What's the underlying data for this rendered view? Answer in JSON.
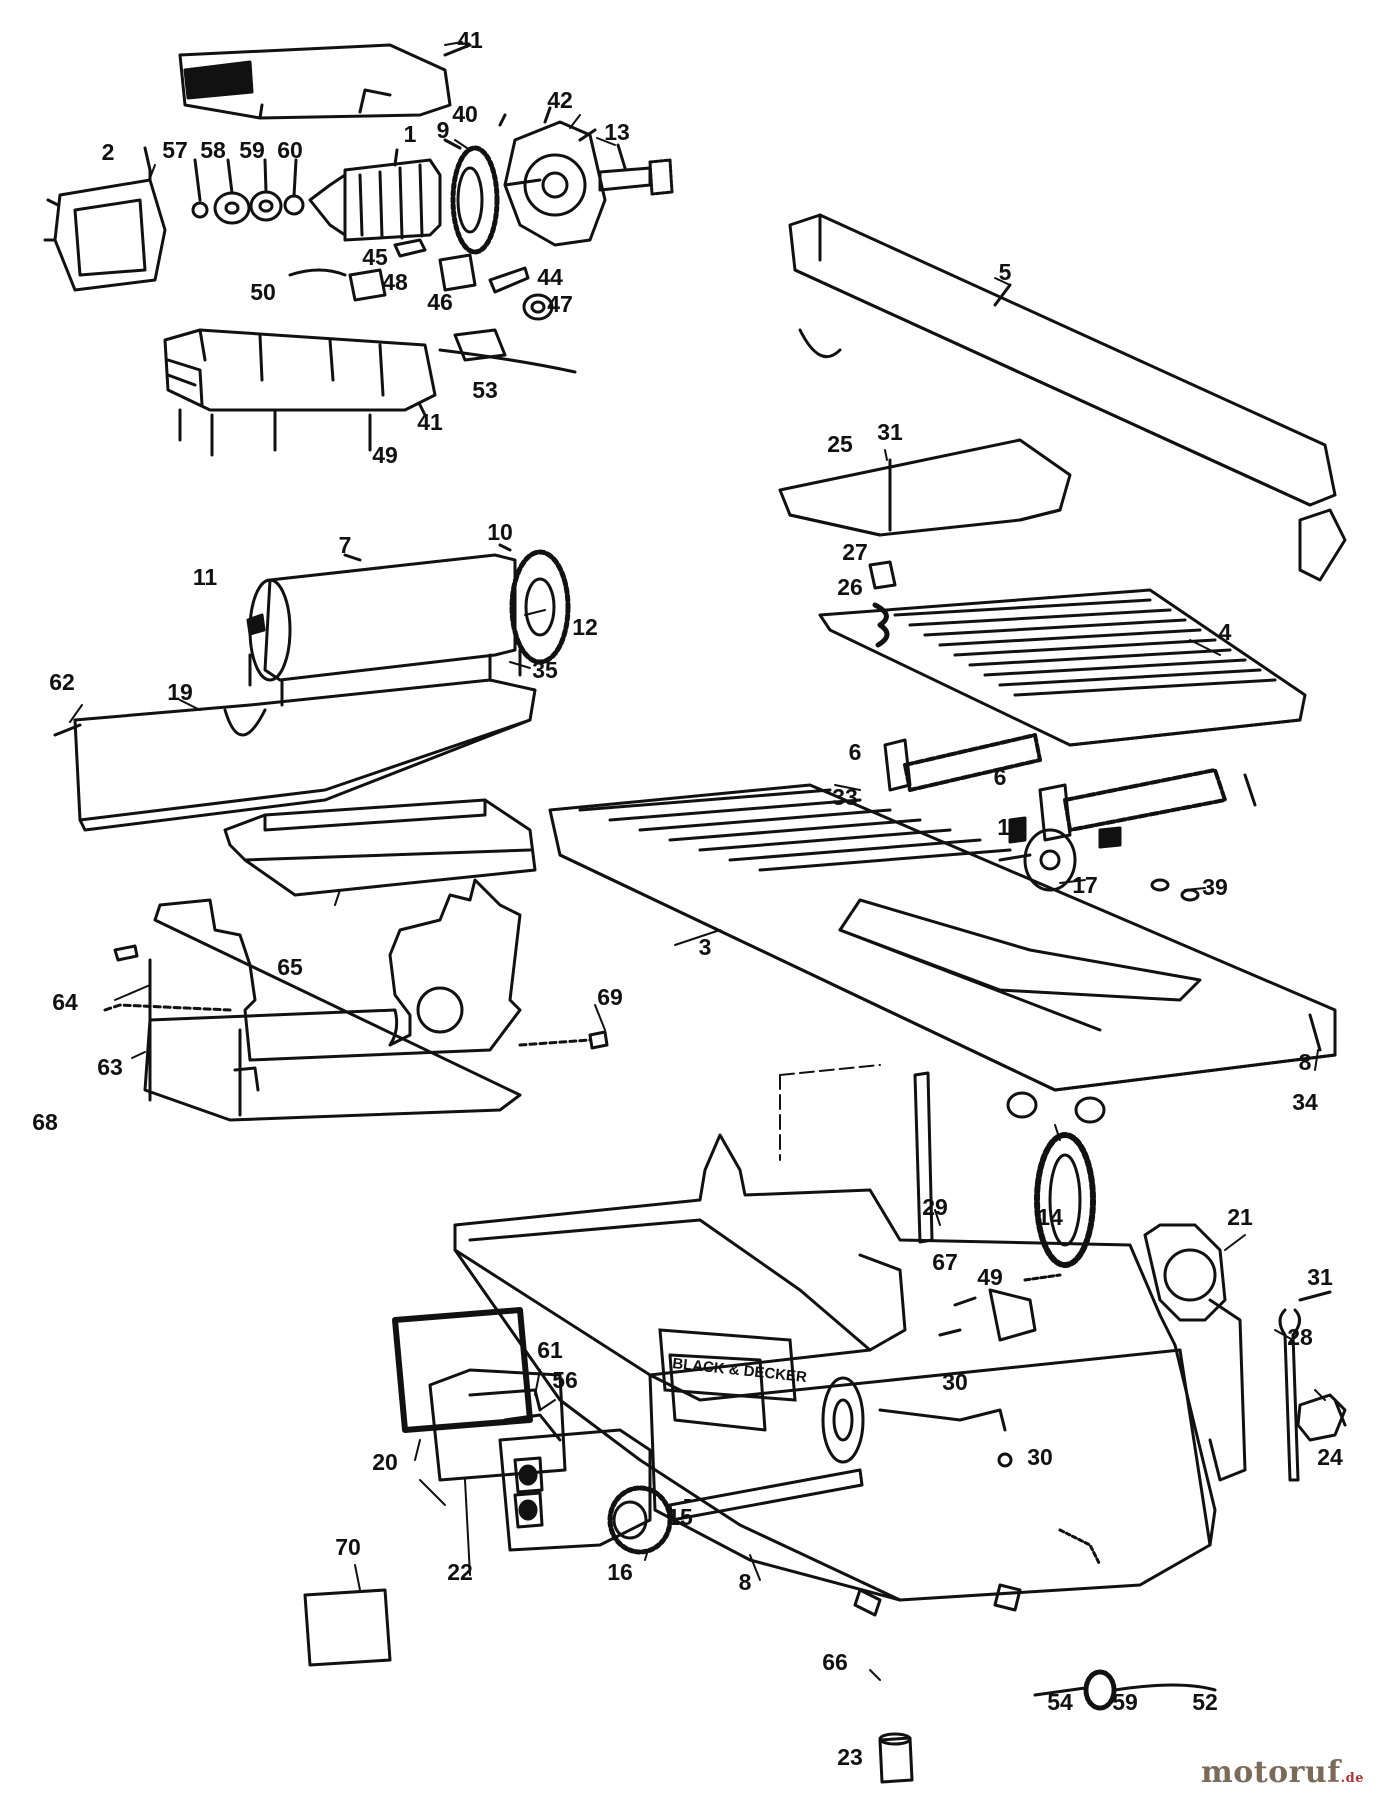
{
  "diagram": {
    "part_numbers": [
      "1",
      "2",
      "3",
      "4",
      "5",
      "6",
      "6",
      "7",
      "8",
      "8",
      "9",
      "10",
      "11",
      "12",
      "13",
      "14",
      "15",
      "16",
      "17",
      "18",
      "19",
      "20",
      "21",
      "22",
      "23",
      "24",
      "25",
      "26",
      "27",
      "28",
      "29",
      "30",
      "30",
      "31",
      "31",
      "33",
      "34",
      "35",
      "39",
      "40",
      "41",
      "41",
      "42",
      "44",
      "45",
      "46",
      "47",
      "48",
      "49",
      "49",
      "50",
      "52",
      "53",
      "54",
      "56",
      "57",
      "58",
      "59",
      "59",
      "60",
      "61",
      "62",
      "63",
      "64",
      "65",
      "66",
      "67",
      "68",
      "69",
      "70"
    ],
    "brand_plate": "BLACK & DECKER"
  },
  "watermark": {
    "text": "motoruf",
    "suffix": ".de"
  }
}
